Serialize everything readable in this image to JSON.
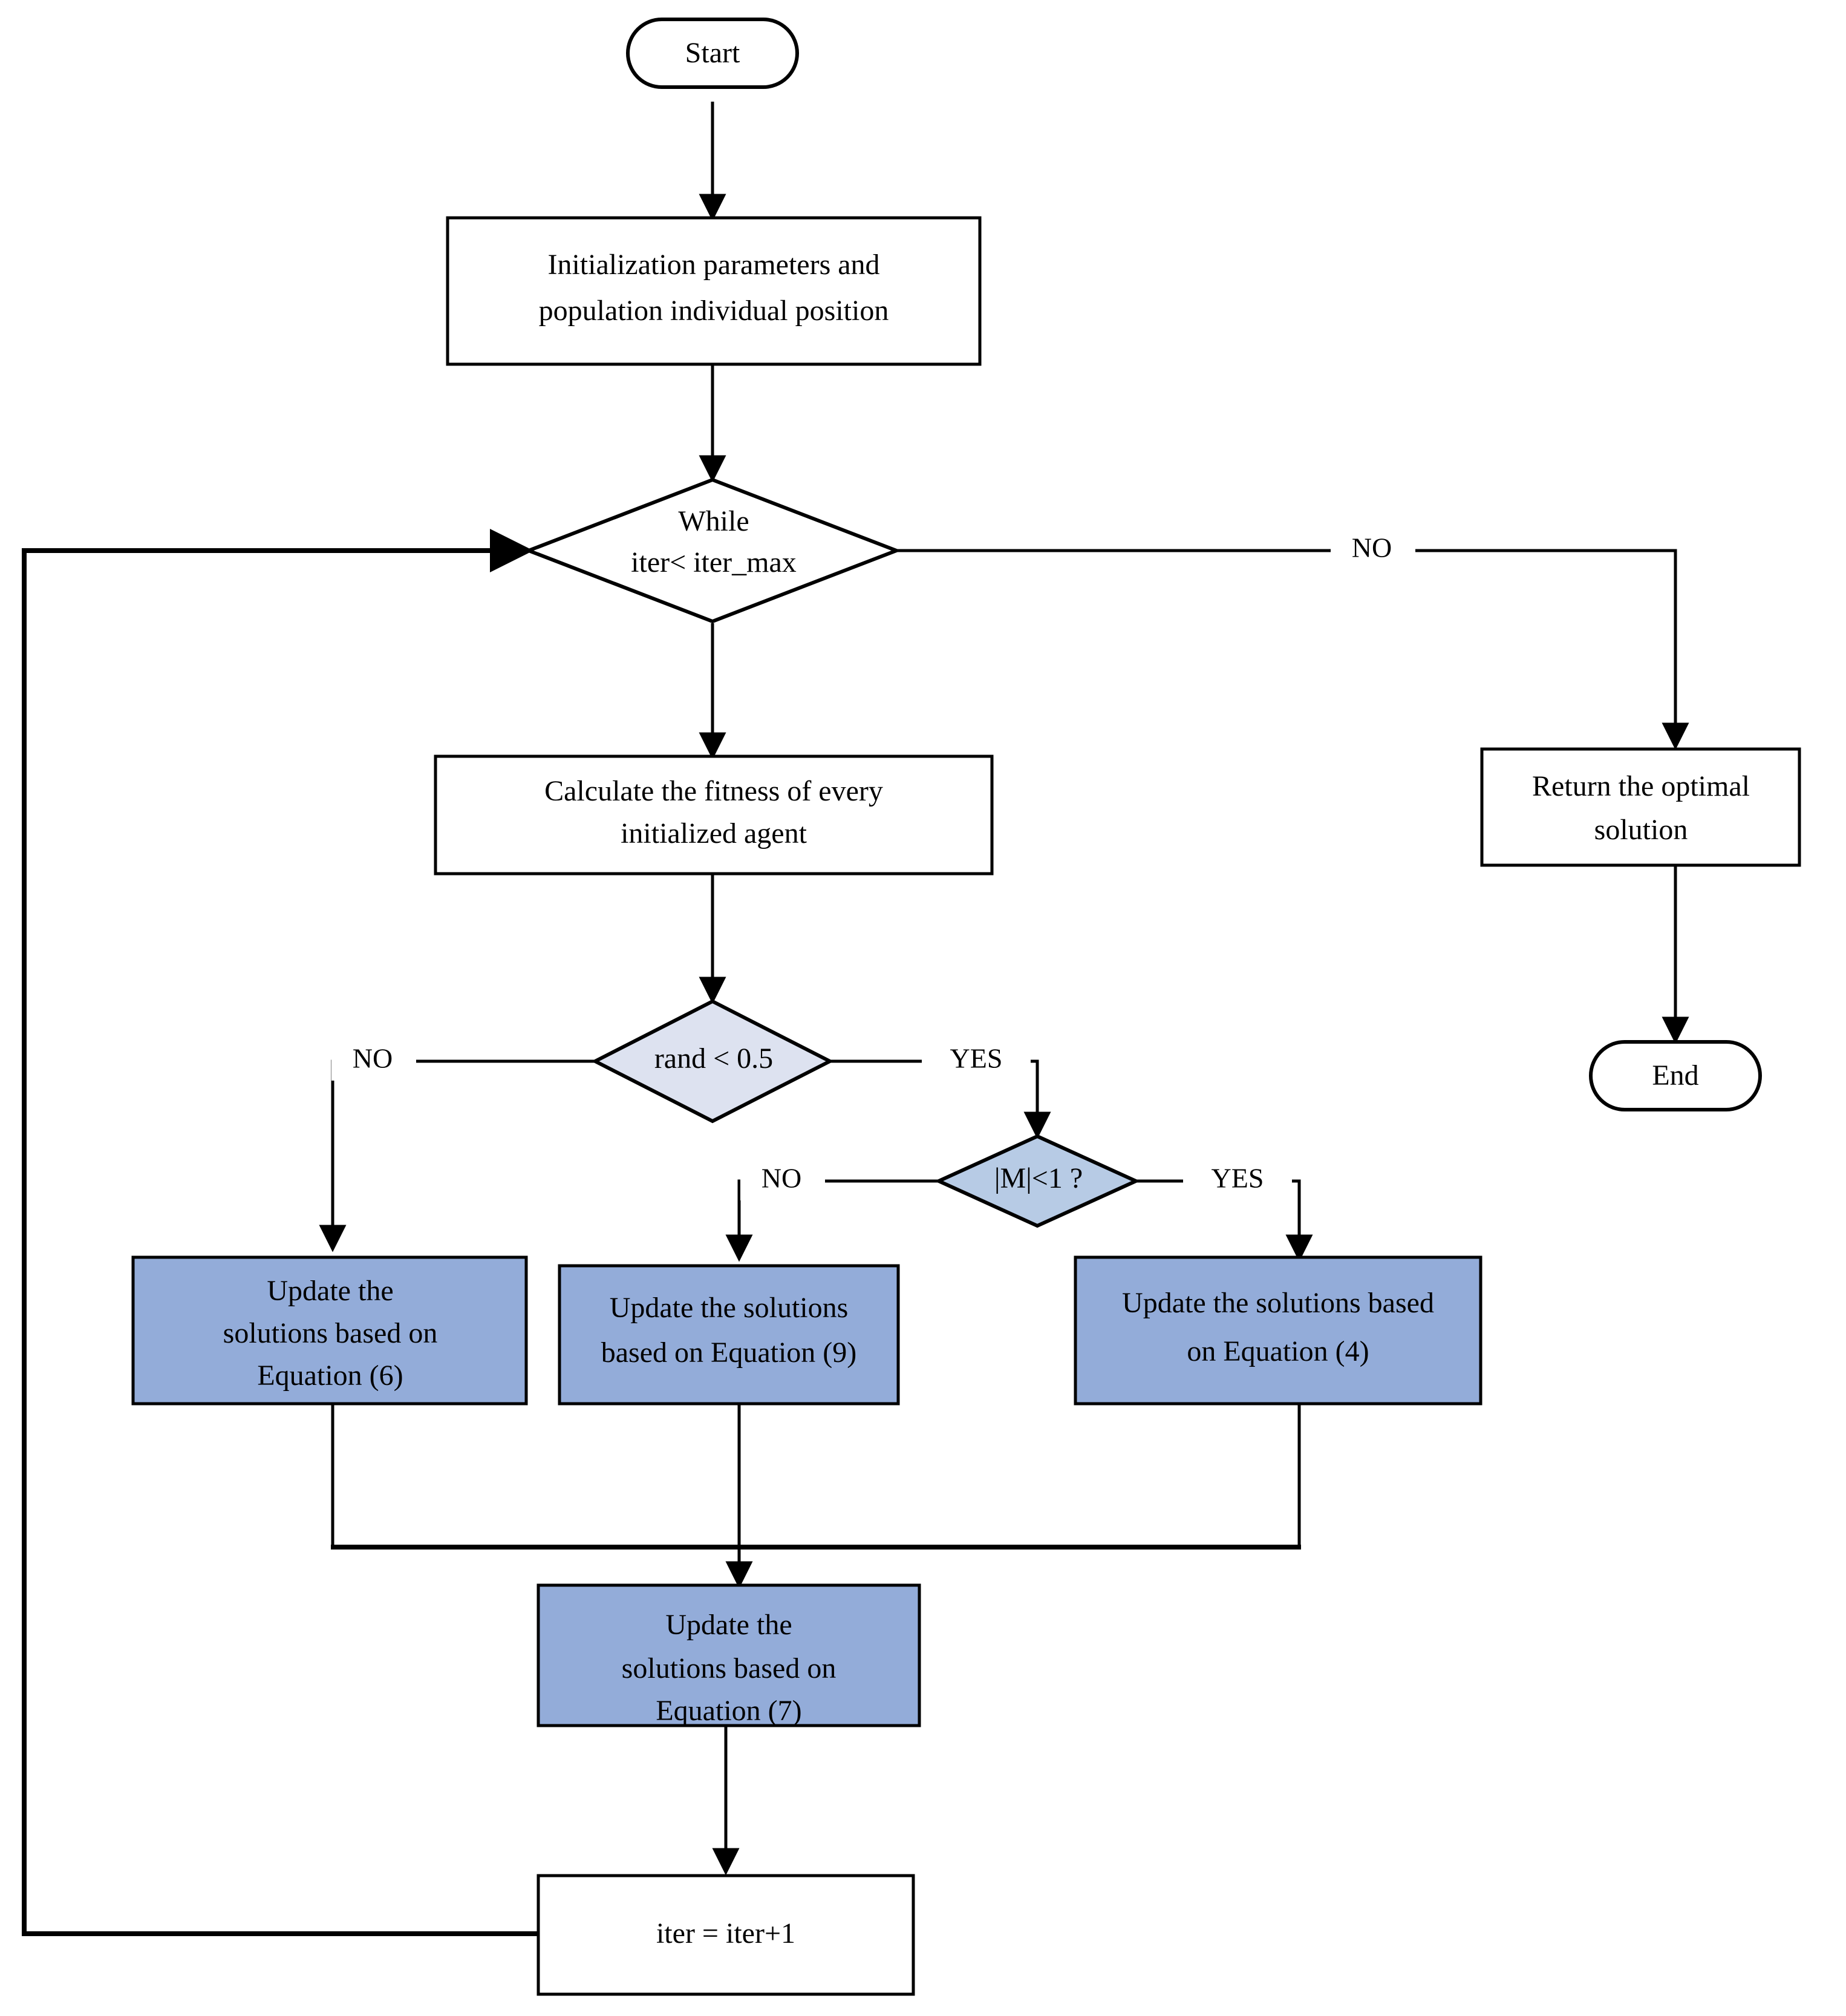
{
  "diagram": {
    "title": "Algorithm flowchart",
    "type": "flowchart",
    "background": "#ffffff",
    "colors": {
      "process_fill": "#93ACD9",
      "decision_light_fill": "#DDE2F0",
      "decision_medium_fill": "#B7CBE5",
      "terminator_fill": "#FFFFFF",
      "stroke": "#000000",
      "text": "#000000"
    }
  },
  "nodes": {
    "start": {
      "label": "Start",
      "shape": "terminator"
    },
    "init": {
      "line1": "Initialization parameters and",
      "line2": "population individual position",
      "shape": "process"
    },
    "while": {
      "line1": "While",
      "line2": "iter< iter_max",
      "shape": "decision"
    },
    "calc_fitness": {
      "line1": "Calculate the fitness of every",
      "line2": "initialized agent",
      "shape": "process"
    },
    "rand_check": {
      "label": "rand < 0.5",
      "shape": "decision"
    },
    "m_check": {
      "label": "|M|<1 ?",
      "shape": "decision"
    },
    "update_eq6": {
      "line1": "Update the",
      "line2": "solutions based on",
      "line3": "Equation (6)",
      "shape": "process-filled"
    },
    "update_eq9": {
      "line1": "Update the solutions",
      "line2": "based on Equation (9)",
      "shape": "process-filled"
    },
    "update_eq4": {
      "line1": "Update the solutions based",
      "line2": "on Equation (4)",
      "shape": "process-filled"
    },
    "update_eq7": {
      "line1": "Update the",
      "line2": "solutions based on",
      "line3": "Equation (7)",
      "shape": "process-filled"
    },
    "iter_increment": {
      "label": "iter = iter+1",
      "shape": "process"
    },
    "return_optimal": {
      "line1": "Return the optimal",
      "line2": "solution",
      "shape": "process"
    },
    "end": {
      "label": "End",
      "shape": "terminator"
    }
  },
  "edge_labels": {
    "while_no": "NO",
    "rand_no": "NO",
    "rand_yes": "YES",
    "m_no": "NO",
    "m_yes": "YES"
  }
}
